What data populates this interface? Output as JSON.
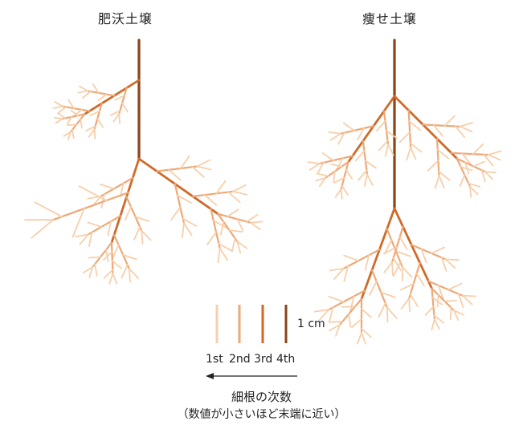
{
  "titles": {
    "left": "肥沃土壌",
    "right": "痩せ土壌"
  },
  "legend": {
    "orders": [
      "1st",
      "2nd",
      "3rd",
      "4th"
    ],
    "scale": "1 cm",
    "axis_label": "細根の次数",
    "axis_note": "（数値が小さいほど末端に近い）"
  },
  "colors": {
    "order1": "#f7cfaa",
    "order2": "#eea877",
    "order3": "#cf6a28",
    "order4": "#8a4418",
    "text": "#222222"
  }
}
